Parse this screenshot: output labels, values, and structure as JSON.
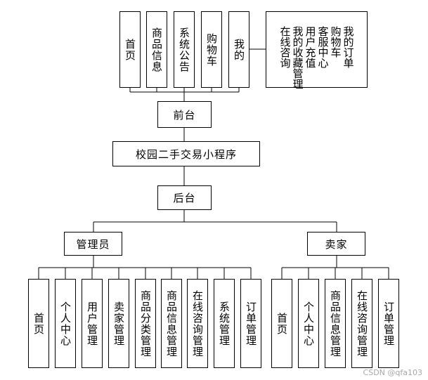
{
  "root": {
    "label": "校园二手交易小程序"
  },
  "front": {
    "label": "前台",
    "children": [
      "首页",
      "商品信息",
      "系统公告",
      "购物车",
      "我的"
    ],
    "my_items": [
      "我的订单",
      "购物车",
      "客服中心",
      "用户充值",
      "我的收藏管理",
      "在线咨询"
    ]
  },
  "back": {
    "label": "后台",
    "admin": {
      "label": "管理员",
      "children": [
        "首页",
        "个人中心",
        "用户管理",
        "卖家管理",
        "商品分类管理",
        "商品信息管理",
        "在线咨询管理",
        "系统管理",
        "订单管理"
      ]
    },
    "seller": {
      "label": "卖家",
      "children": [
        "首页",
        "个人中心",
        "商品信息管理",
        "在线咨询管理",
        "订单管理"
      ]
    }
  },
  "watermark": "CSDN @qfa103"
}
